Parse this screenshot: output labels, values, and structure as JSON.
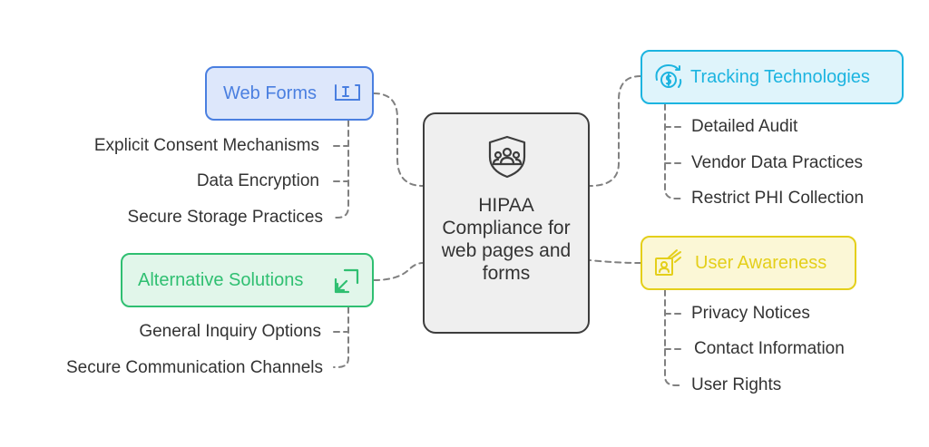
{
  "center": {
    "title": "HIPAA Compliance for web pages and forms",
    "icon": "shield-people-icon",
    "color": "#3d3d3d"
  },
  "branches": {
    "web_forms": {
      "label": "Web Forms",
      "icon": "text-cursor-icon",
      "color": "#4a7fe0",
      "fill": "#dde7fb",
      "items": [
        "Explicit Consent Mechanisms",
        "Data Encryption",
        "Secure Storage Practices"
      ]
    },
    "alternative_solutions": {
      "label": "Alternative Solutions",
      "icon": "resize-arrow-icon",
      "color": "#2fbf71",
      "fill": "#e1f6ea",
      "items": [
        "General Inquiry Options",
        "Secure Communication Channels"
      ]
    },
    "tracking_technologies": {
      "label": "Tracking Technologies",
      "icon": "money-cycle-icon",
      "color": "#1cb4e0",
      "fill": "#dff4fb",
      "items": [
        "Detailed Audit",
        "Vendor Data Practices",
        "Restrict PHI Collection"
      ]
    },
    "user_awareness": {
      "label": "User Awareness",
      "icon": "id-card-icon",
      "color": "#e4cf1a",
      "fill": "#fbf7d6",
      "items": [
        "Privacy Notices",
        "Contact Information",
        "User Rights"
      ]
    }
  },
  "connector_color": "#808080"
}
